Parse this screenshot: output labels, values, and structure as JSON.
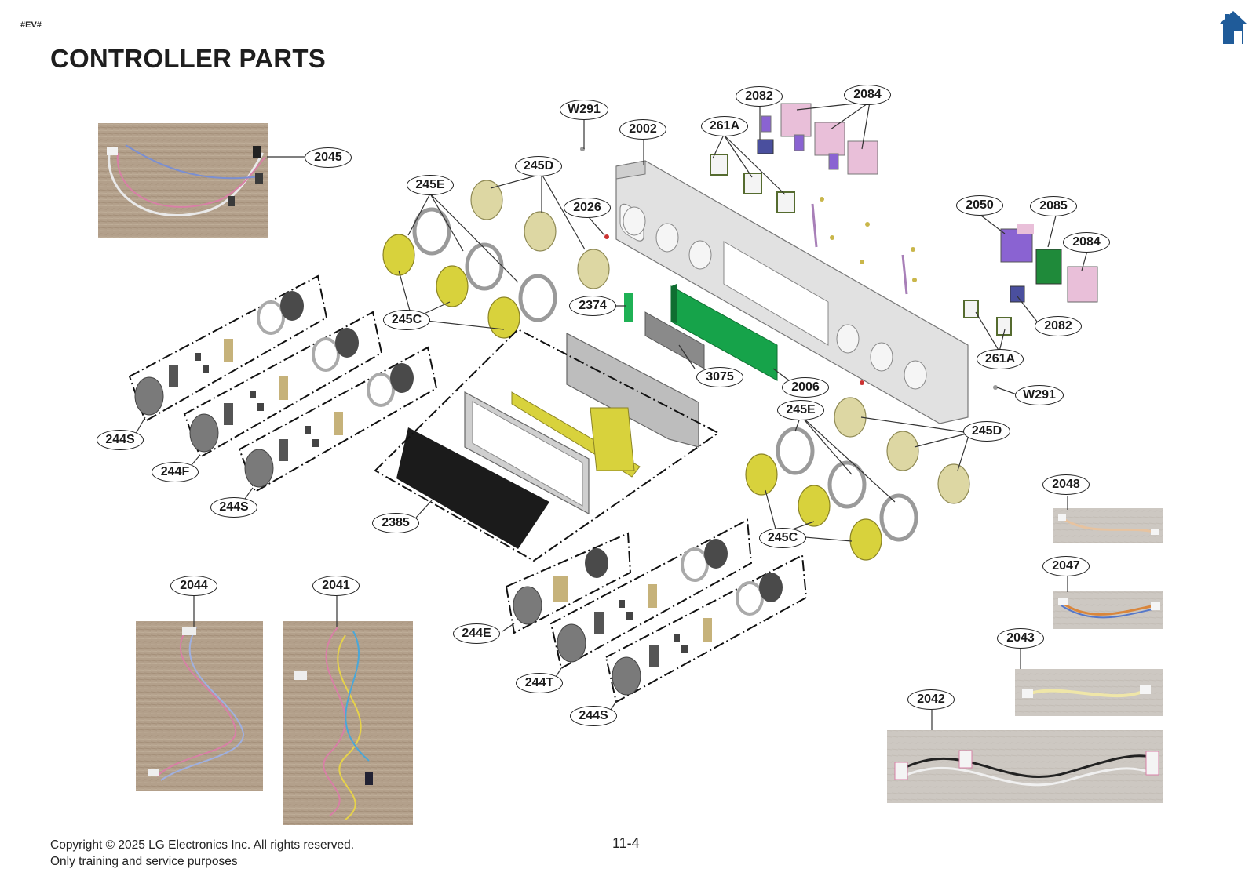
{
  "header": {
    "doc_code": "#EV#",
    "title": "CONTROLLER PARTS",
    "home_icon": "home-icon"
  },
  "callouts": {
    "c_2045": "2045",
    "c_w291_top": "W291",
    "c_2002": "2002",
    "c_261a_top": "261A",
    "c_2082_top": "2082",
    "c_2084_top": "2084",
    "c_245e_top": "245E",
    "c_245d_top": "245D",
    "c_2026": "2026",
    "c_2050": "2050",
    "c_2085": "2085",
    "c_2084_right": "2084",
    "c_2374": "2374",
    "c_245c_top": "245C",
    "c_2082_right": "2082",
    "c_261a_right": "261A",
    "c_3075": "3075",
    "c_2006": "2006",
    "c_w291_right": "W291",
    "c_245e_mid": "245E",
    "c_245d_mid": "245D",
    "c_244s_a": "244S",
    "c_244f": "244F",
    "c_244s_b": "244S",
    "c_2385": "2385",
    "c_245c_mid": "245C",
    "c_2048": "2048",
    "c_2047": "2047",
    "c_2044": "2044",
    "c_2041": "2041",
    "c_244e": "244E",
    "c_244t": "244T",
    "c_244s_c": "244S",
    "c_2043": "2043",
    "c_2042": "2042"
  },
  "footer": {
    "copyright": "Copyright © 2025 LG Electronics Inc. All rights reserved.",
    "note": "Only training and service purposes",
    "page_number": "11-4"
  },
  "colors": {
    "home_icon": "#1f5b99",
    "pcb_green": "#16a34a",
    "bezel_yellow": "#d8d23c",
    "chrome_ring": "#cfcfcf",
    "panel_gray": "#d9d9d9",
    "black_glass": "#1b1b1b",
    "switch_pink": "#e9bfd9",
    "switch_purple": "#8a63d2",
    "photo_wood": "#b3a08b",
    "photo_gray": "#cfcac4"
  }
}
